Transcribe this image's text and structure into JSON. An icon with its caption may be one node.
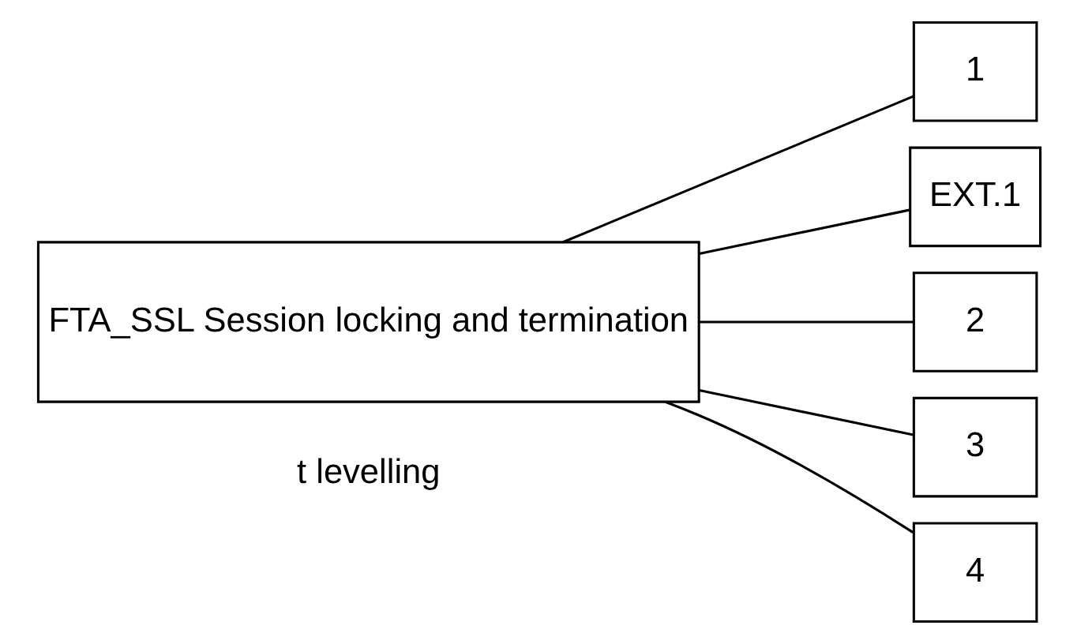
{
  "diagram": {
    "nodes": [
      {
        "text": [
          "FTA_SSL Session locking and termination"
        ]
      },
      {
        "text": [
          "1"
        ]
      },
      {
        "text": [
          "EXT.1"
        ]
      },
      {
        "text": [
          "2"
        ]
      },
      {
        "text": [
          "3"
        ]
      },
      {
        "text": [
          "4"
        ]
      }
    ],
    "edges": [
      {
        "from": 0,
        "to": 1,
        "arrow": "none"
      },
      {
        "from": 0,
        "to": 2,
        "arrow": "none"
      },
      {
        "from": 0,
        "to": 3,
        "arrow": "none"
      },
      {
        "from": 0,
        "to": 4,
        "arrow": "none"
      },
      {
        "from": 0,
        "to": 5,
        "arrow": "none"
      }
    ],
    "labels": [
      "t levelling"
    ]
  }
}
